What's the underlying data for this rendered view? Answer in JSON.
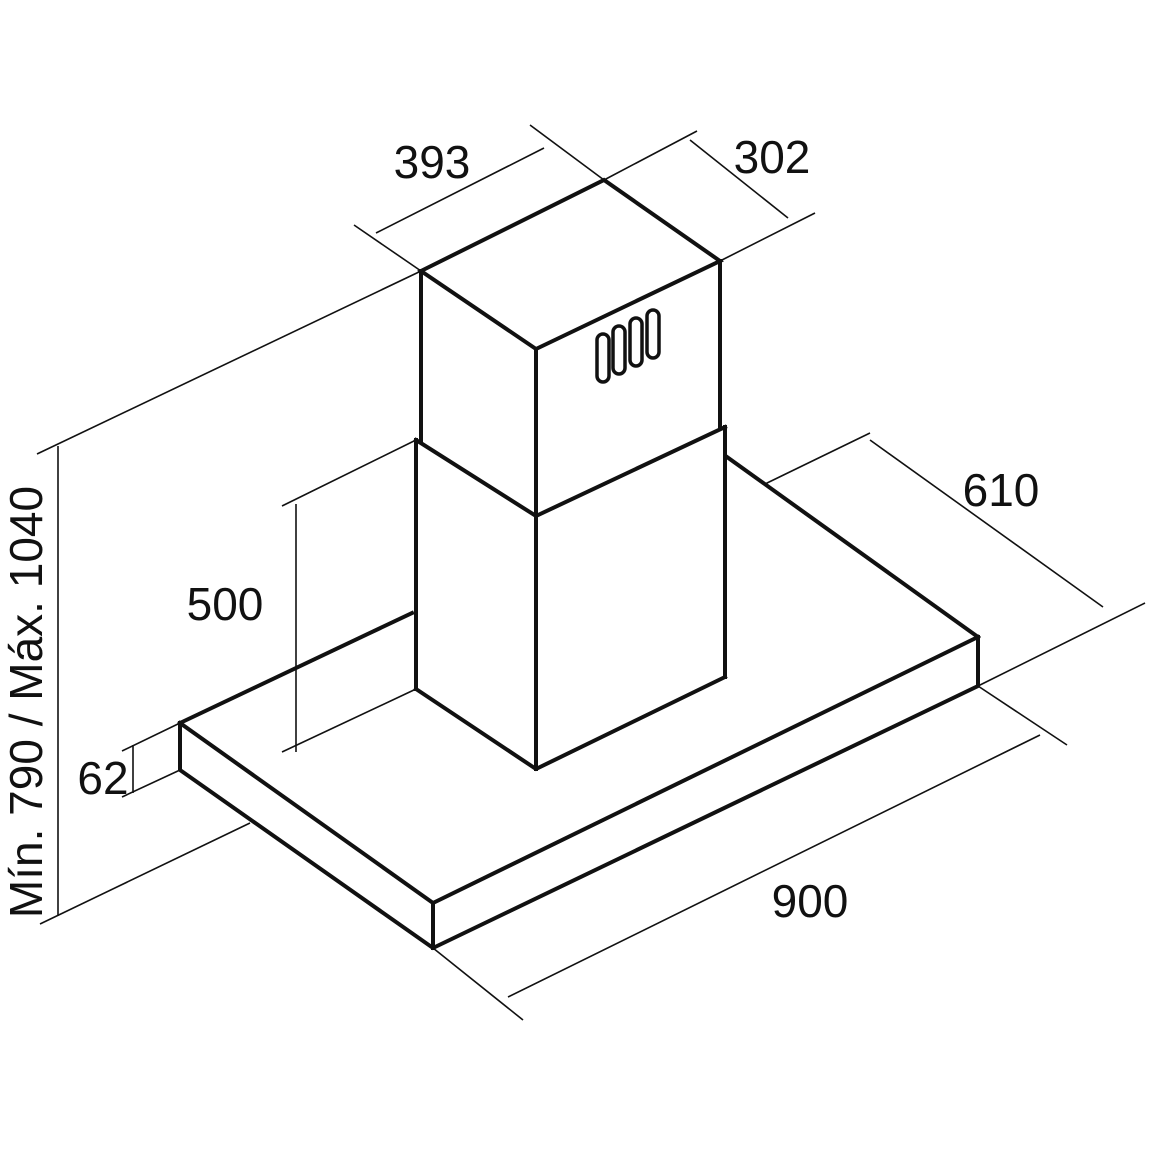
{
  "colors": {
    "line": "#111111",
    "background": "#ffffff"
  },
  "dimensions": {
    "chimney_width": "393",
    "chimney_depth": "302",
    "canopy_depth": "610",
    "lower_chimney_height": "500",
    "canopy_thickness": "62",
    "canopy_width": "900",
    "total_height": "Mín. 790 / Máx. 1040"
  }
}
